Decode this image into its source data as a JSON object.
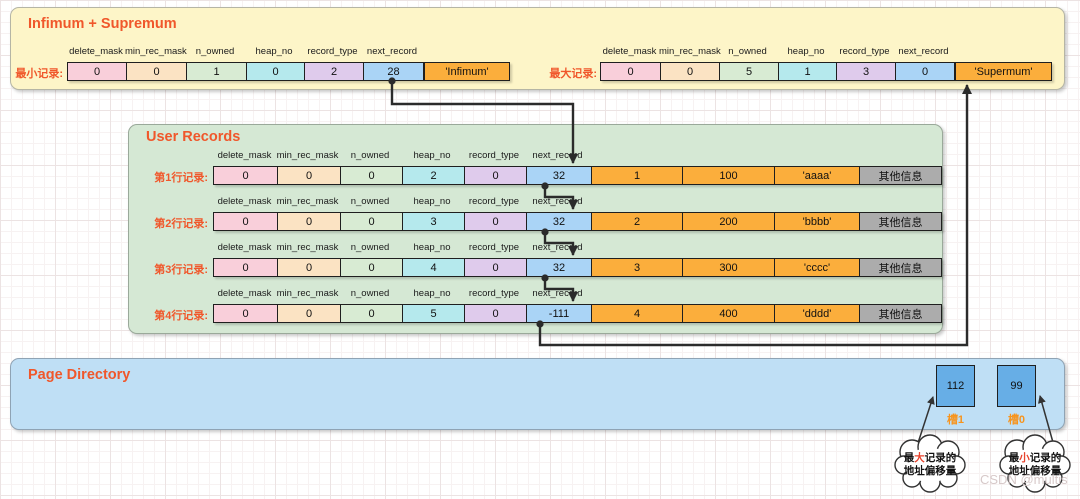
{
  "field_labels": [
    "delete_mask",
    "min_rec_mask",
    "n_owned",
    "heap_no",
    "record_type",
    "next_record"
  ],
  "infimum_supremum": {
    "title": "Infimum + Supremum",
    "min_record": {
      "label": "最小记录:",
      "values": [
        "0",
        "0",
        "1",
        "0",
        "2",
        "28"
      ],
      "name": "'Infimum'"
    },
    "max_record": {
      "label": "最大记录:",
      "values": [
        "0",
        "0",
        "5",
        "1",
        "3",
        "0"
      ],
      "name": "'Supermum'"
    }
  },
  "user_records": {
    "title": "User Records",
    "rows": [
      {
        "label": "第1行记录:",
        "fields": [
          "0",
          "0",
          "0",
          "2",
          "0",
          "32"
        ],
        "data": [
          "1",
          "100",
          "'aaaa'",
          "其他信息"
        ]
      },
      {
        "label": "第2行记录:",
        "fields": [
          "0",
          "0",
          "0",
          "3",
          "0",
          "32"
        ],
        "data": [
          "2",
          "200",
          "'bbbb'",
          "其他信息"
        ]
      },
      {
        "label": "第3行记录:",
        "fields": [
          "0",
          "0",
          "0",
          "4",
          "0",
          "32"
        ],
        "data": [
          "3",
          "300",
          "'cccc'",
          "其他信息"
        ]
      },
      {
        "label": "第4行记录:",
        "fields": [
          "0",
          "0",
          "0",
          "5",
          "0",
          "-111"
        ],
        "data": [
          "4",
          "400",
          "'dddd'",
          "其他信息"
        ]
      }
    ]
  },
  "page_directory": {
    "title": "Page Directory",
    "slots": [
      {
        "value": "112",
        "label": "槽1"
      },
      {
        "value": "99",
        "label": "槽0"
      }
    ]
  },
  "callouts": {
    "max": {
      "prefix": "最",
      "highlight": "大",
      "suffix": "记录的",
      "line2": "地址偏移量"
    },
    "min": {
      "prefix": "最",
      "highlight": "小",
      "suffix": "记录的",
      "line2": "地址偏移量"
    }
  },
  "watermark": "CSDN @multis",
  "colors": {
    "accent_title": "#F0572B",
    "slot_label_orange": "#F7941D",
    "cell_pink": "#F9CFDA",
    "cell_tan": "#FBE3C3",
    "cell_green": "#D8EBD3",
    "cell_cyan": "#B5E9ED",
    "cell_purple": "#DFCBEC",
    "cell_blue": "#AAD4F6",
    "cell_orange": "#FBAE3C",
    "cell_gray": "#ACACAC",
    "box_yellow": "#FDF5C8",
    "box_green": "#D5E8D4",
    "box_blue": "#BFDFF5",
    "slot_fill": "#67AEE6",
    "arrow": "#2B2B2B",
    "highlight_red": "#E8442E"
  }
}
